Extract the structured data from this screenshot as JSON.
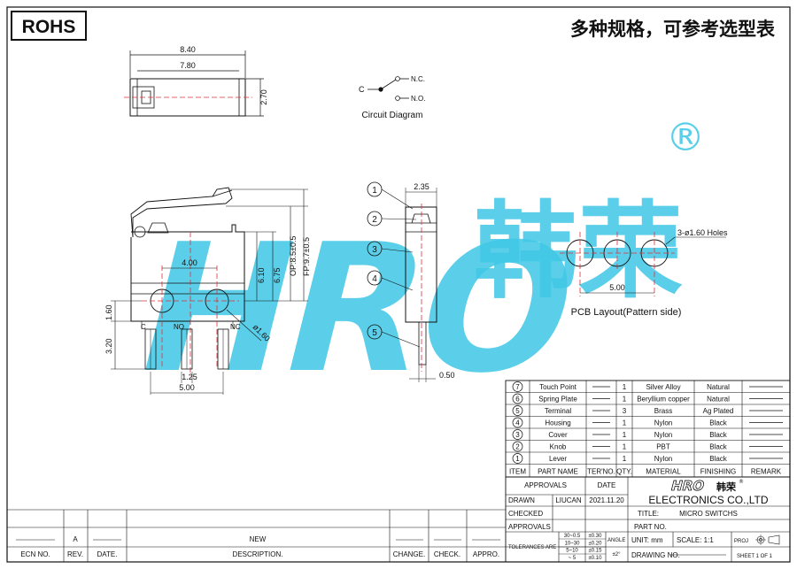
{
  "header": {
    "rohs": "ROHS",
    "headline": "多种规格，可参考选型表"
  },
  "top_view": {
    "dim_width_outer": "8.40",
    "dim_width_inner": "7.80",
    "dim_height": "2.70"
  },
  "circuit": {
    "c": "C",
    "nc": "N.C.",
    "no": "N.O.",
    "caption": "Circuit Diagram"
  },
  "front_view": {
    "dim_pin_spacing": "4.00",
    "dim_op": "OP:8.5±0.5",
    "dim_fp": "FP:9.7±0.5",
    "dim_610": "6.10",
    "dim_675": "6.75",
    "dim_160": "1.60",
    "dim_320": "3.20",
    "dim_125": "1.25",
    "dim_500": "5.00",
    "dim_hole": "ø1.60",
    "pin_c": "C",
    "pin_no": "NO",
    "pin_nc": "NC"
  },
  "side_view": {
    "dim_235": "2.35",
    "dim_050": "0.50",
    "callouts": [
      "1",
      "2",
      "3",
      "4",
      "5"
    ]
  },
  "pcb": {
    "holes_label": "3-ø1.60 Holes",
    "dim_500": "5.00",
    "caption": "PCB Layout(Pattern side)"
  },
  "watermark": {
    "latin": "HRO",
    "cjk": "韩荣",
    "reg": "®"
  },
  "bom": {
    "headers": [
      "ITEM",
      "PART NAME",
      "TER'NO.",
      "QTY.",
      "MATERIAL",
      "FINISHING",
      "REMARK"
    ],
    "rows": [
      {
        "item": "7",
        "name": "Touch Point",
        "qty": "1",
        "material": "Silver Alloy",
        "finishing": "Natural"
      },
      {
        "item": "6",
        "name": "Spring Plate",
        "qty": "1",
        "material": "Beryllium copper",
        "finishing": "Natural"
      },
      {
        "item": "5",
        "name": "Terminal",
        "qty": "3",
        "material": "Brass",
        "finishing": "Ag Plated"
      },
      {
        "item": "4",
        "name": "Housing",
        "qty": "1",
        "material": "Nylon",
        "finishing": "Black"
      },
      {
        "item": "3",
        "name": "Cover",
        "qty": "1",
        "material": "Nylon",
        "finishing": "Black"
      },
      {
        "item": "2",
        "name": "Knob",
        "qty": "1",
        "material": "PBT",
        "finishing": "Black"
      },
      {
        "item": "1",
        "name": "Lever",
        "qty": "1",
        "material": "Nylon",
        "finishing": "Black"
      }
    ]
  },
  "title_block": {
    "approvals": "APPROVALS",
    "date": "DATE",
    "drawn": "DRAWN",
    "drawn_by": "LIUCAN",
    "drawn_date": "2021.11.20",
    "checked": "CHECKED",
    "approvals2": "APPROVALS",
    "company": "ELECTRONICS CO.,LTD",
    "title_label": "TITLE:",
    "title_value": "MICRO SWITCHS",
    "part_no": "PART NO.",
    "tolerances": "TOLERANCES ARE",
    "tol_rows": [
      [
        "30~0.5",
        "±0.30"
      ],
      [
        "10~30",
        "±0.20"
      ],
      [
        "5~10",
        "±0.15"
      ],
      [
        "~ 5",
        "±0.10"
      ]
    ],
    "angle": "ANGLE",
    "angle_val": "±2°",
    "unit": "UNIT:  mm",
    "scale": "SCALE:   1:1",
    "proj": "PROJ",
    "drawing_no": "DRAWING NO.",
    "sheet": "SHEET   1  OF  1"
  },
  "revision": {
    "ecn_no": "ECN NO.",
    "rev": "REV.",
    "date": "DATE.",
    "description": "DESCRIPTION.",
    "change": "CHANGE.",
    "check": "CHECK.",
    "appro": "APPRO.",
    "rev_val": "A",
    "desc_val": "NEW"
  }
}
